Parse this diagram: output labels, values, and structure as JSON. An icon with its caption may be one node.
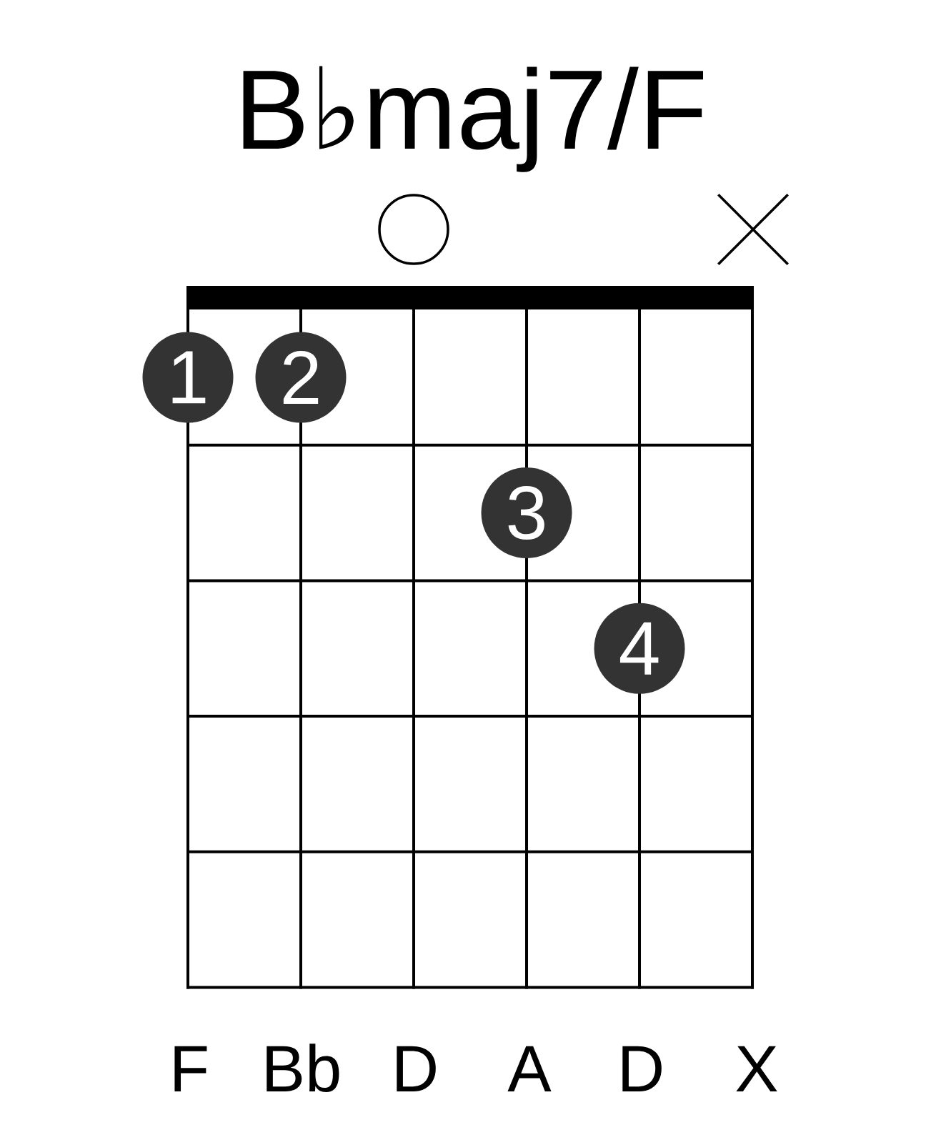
{
  "diagram": {
    "title": "B♭maj7/F",
    "nodes": [
      {
        "text": [],
        "shape": "circle"
      },
      {
        "text": [],
        "shape": "cross"
      },
      {
        "text": [],
        "shape": "bar"
      },
      {
        "text": [
          "1"
        ]
      },
      {
        "text": [
          "2"
        ]
      },
      {
        "text": [
          "3"
        ]
      },
      {
        "text": [
          "4"
        ]
      }
    ],
    "labels": [
      "F",
      "Bb",
      "D",
      "A",
      "D",
      "X"
    ]
  }
}
